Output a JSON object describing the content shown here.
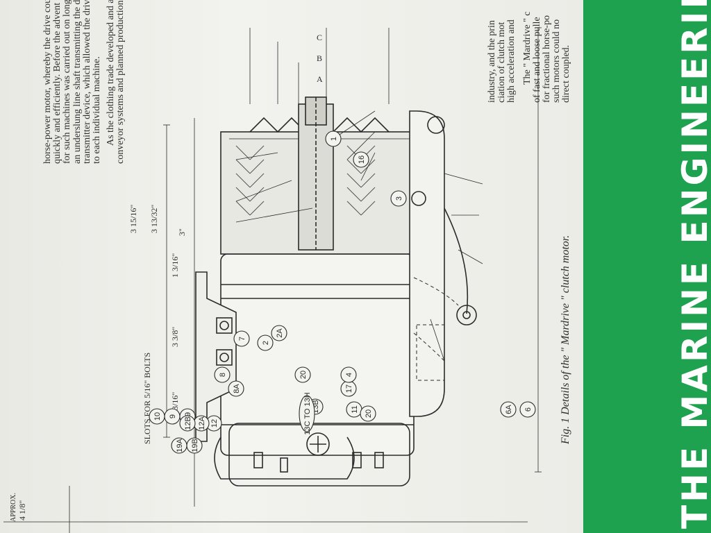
{
  "left_column": {
    "lines": [
      "horse-power motor, whereby the drive could be stopped and started",
      "quickly and efficiently.  Before the advent of clutch motors the drive",
      "for such machines was carried out on long double-sided benches with",
      "an underslung line shaft transmitting the drive to the machines via a",
      "transmitter device, which allowed the drive to be stopped and started",
      "to each individual machine."
    ],
    "para2": [
      "As the clothing trade developed and advanced, and particularly when",
      "conveyor systems and planned production were introduced and"
    ]
  },
  "right_column": {
    "lines": [
      "industry, and the prin",
      "ciation of clutch mot",
      "high acceleration and"
    ],
    "para2": [
      "The \" Mardrive \" c",
      "of fast and loose pulle",
      "for fractional horse-po",
      "such motors could no",
      "direct coupled."
    ]
  },
  "caption": "Fig. 1   Details of the \" Mardrive \" clutch motor.",
  "banner": {
    "text": "THE MARINE ENGINEERING CO.",
    "color": "#1ea24f",
    "text_color": "#ffffff"
  },
  "drawing": {
    "slots_label": "SLOTS  FOR",
    "slots_fraction_num": "5",
    "slots_fraction_den": "16",
    "slots_unit": "\"",
    "slots_suffix": "BOLTS",
    "approx_label": "APPROX.",
    "dimensions": [
      "1 3/16\"",
      "3 3/8\"",
      "1 3/16\"",
      "3\"",
      "3 13/32\"",
      "3 15/16\"",
      "4 1/8\""
    ],
    "section_letters": [
      "A",
      "B",
      "C"
    ],
    "part_labels": [
      "19B",
      "19A",
      "19",
      "9",
      "10",
      "8",
      "8A",
      "7",
      "2",
      "2A",
      "12",
      "12A",
      "12B",
      "20",
      "17",
      "11",
      "20",
      "16",
      "1",
      "13B",
      "13C TO 13H",
      "4",
      "3",
      "6",
      "6A"
    ]
  }
}
